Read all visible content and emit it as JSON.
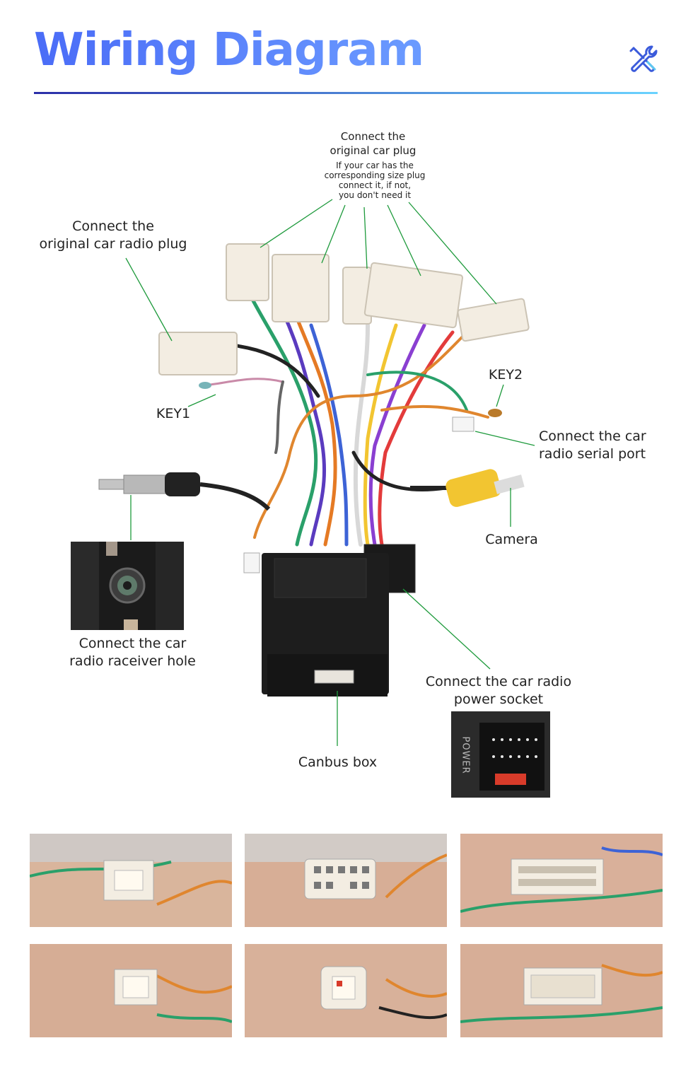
{
  "header": {
    "title": "Wiring Diagram",
    "icon": "tools-icon"
  },
  "labels": {
    "original_plug_title": "Connect the",
    "original_plug_title2": "original car plug",
    "original_plug_note1": "If your car has the",
    "original_plug_note2": "corresponding size plug",
    "original_plug_note3": "connect it, if not,",
    "original_plug_note4": "you don't need it",
    "radio_plug1": "Connect the",
    "radio_plug2": "original car radio plug",
    "key1": "KEY1",
    "key2": "KEY2",
    "serial1": "Connect the car",
    "serial2": "radio  serial port",
    "camera": "Camera",
    "receiver1": "Connect the  car",
    "receiver2": "radio raceiver hole",
    "power1": "Connect the car radio",
    "power2": "power socket",
    "canbus": "Canbus box",
    "power_text": "POWER"
  },
  "colors": {
    "title_start": "#4a6cf7",
    "title_end": "#6b9bff",
    "rule_start": "#2b2ea8",
    "rule_end": "#6ad3ff",
    "leader_line": "#1e9a3c",
    "connector_white": "#f3ede2",
    "camera_yellow": "#f2c531"
  },
  "photos": [
    {
      "name": "connector-photo-1"
    },
    {
      "name": "connector-photo-2"
    },
    {
      "name": "connector-photo-3"
    },
    {
      "name": "connector-photo-4"
    },
    {
      "name": "connector-photo-5"
    },
    {
      "name": "connector-photo-6"
    }
  ]
}
